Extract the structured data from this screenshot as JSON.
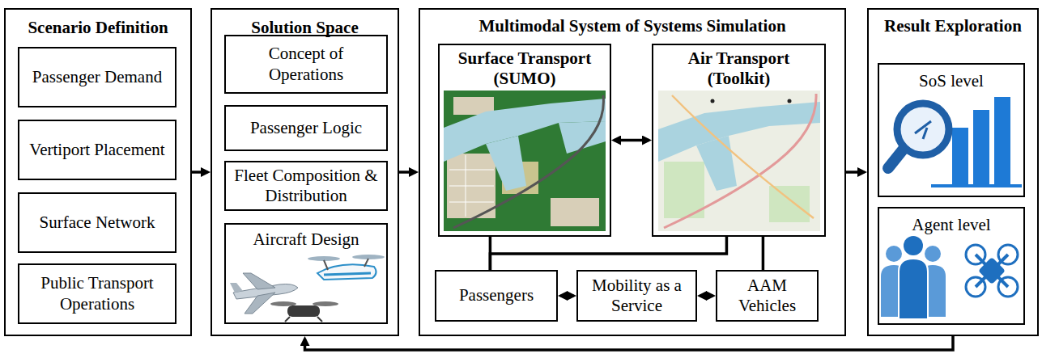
{
  "diagram": {
    "nodes": [
      {
        "text": [
          "Scenario Definition"
        ]
      },
      {
        "text": [
          "Passenger Demand"
        ],
        "in": 0
      },
      {
        "text": [
          "Vertiport Placement"
        ],
        "in": 0
      },
      {
        "text": [
          "Surface Network"
        ],
        "in": 0
      },
      {
        "text": [
          "Public Transport Operations"
        ],
        "in": 0
      },
      {
        "text": [
          "Solution Space"
        ]
      },
      {
        "text": [
          "Concept of Operations"
        ],
        "in": 5
      },
      {
        "text": [
          "Passenger Logic"
        ],
        "in": 5
      },
      {
        "text": [
          "Fleet Composition & Distribution"
        ],
        "in": 5
      },
      {
        "text": [
          "Aircraft Design"
        ],
        "in": 5
      },
      {
        "text": [
          "Multimodal System of Systems Simulation"
        ]
      },
      {
        "text": [
          "Surface Transport (SUMO)"
        ],
        "in": 10
      },
      {
        "text": [
          "Air Transport (Toolkit)"
        ],
        "in": 10
      },
      {
        "text": [
          "Passengers"
        ],
        "in": 10
      },
      {
        "text": [
          "Mobility as a Service"
        ],
        "in": 10
      },
      {
        "text": [
          "AAM Vehicles"
        ],
        "in": 10
      },
      {
        "text": [
          "Result Exploration"
        ]
      },
      {
        "text": [
          "SoS level"
        ],
        "in": 16
      },
      {
        "text": [
          "Agent level"
        ],
        "in": 16
      }
    ],
    "edges": [
      {
        "from": 0,
        "to": 5,
        "arrow": "to"
      },
      {
        "from": 5,
        "to": 10,
        "arrow": "to"
      },
      {
        "from": 10,
        "to": 16,
        "arrow": "to"
      },
      {
        "from": 11,
        "to": 12,
        "arrow": "both"
      },
      {
        "from": 13,
        "to": 14,
        "arrow": "both"
      },
      {
        "from": 14,
        "to": 15,
        "arrow": "both"
      },
      {
        "from": 13,
        "to": 11,
        "arrow": "none"
      },
      {
        "from": 13,
        "to": 12,
        "arrow": "none"
      },
      {
        "from": 15,
        "to": 12,
        "arrow": "none"
      },
      {
        "from": 16,
        "to": 5,
        "arrow": "to"
      }
    ]
  }
}
